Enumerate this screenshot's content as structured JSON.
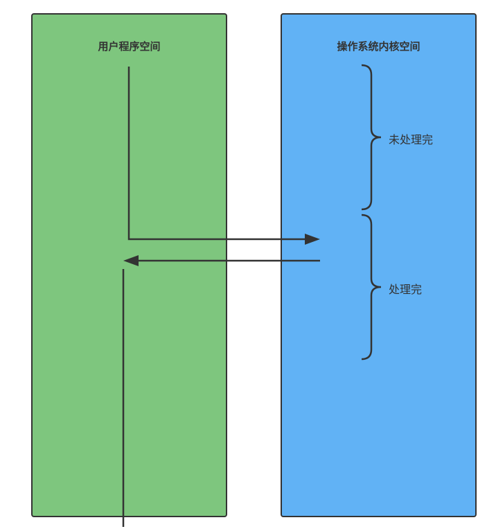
{
  "user_space": {
    "title": "用户程序空间",
    "fill_color": "#7ec67e"
  },
  "kernel_space": {
    "title": "操作系统内核空间",
    "fill_color": "#61b2f5"
  },
  "braces": {
    "unfinished_label": "未处理完",
    "finished_label": "处理完"
  },
  "line_color": "#333333"
}
